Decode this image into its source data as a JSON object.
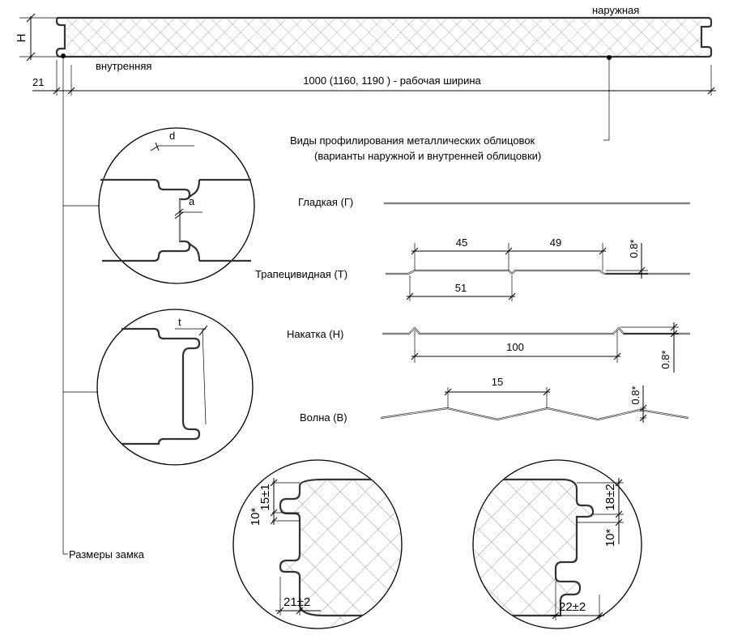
{
  "panel": {
    "label_h": "H",
    "label_outer": "наружная",
    "label_inner": "внутренняя",
    "dim_21": "21",
    "dim_width": "1000 (1160, 1190 ) - рабочая ширина"
  },
  "profiles": {
    "title_line1": "Виды профилирования металлических облицовок",
    "title_line2": "(варианты наружной и внутренней облицовки)",
    "smooth": {
      "label": "Гладкая (Г)"
    },
    "trapezoid": {
      "label": "Трапецивидная (Т)",
      "dim_top_left": "45",
      "dim_top_right": "49",
      "dim_bottom": "51",
      "dim_height": "0.8*"
    },
    "knurled": {
      "label": "Накатка (Н)",
      "dim_span": "100",
      "dim_height": "0.8*"
    },
    "wave": {
      "label": "Волна (В)",
      "dim_span": "15",
      "dim_height": "0.8*"
    }
  },
  "lock_details": {
    "label_d": "d",
    "label_a": "a",
    "label_t": "t",
    "caption": "Размеры замка"
  },
  "joint_left": {
    "dim_15": "15±1",
    "dim_10": "10*",
    "dim_21": "21±2"
  },
  "joint_right": {
    "dim_18": "18±2",
    "dim_10": "10*",
    "dim_22": "22±2"
  }
}
